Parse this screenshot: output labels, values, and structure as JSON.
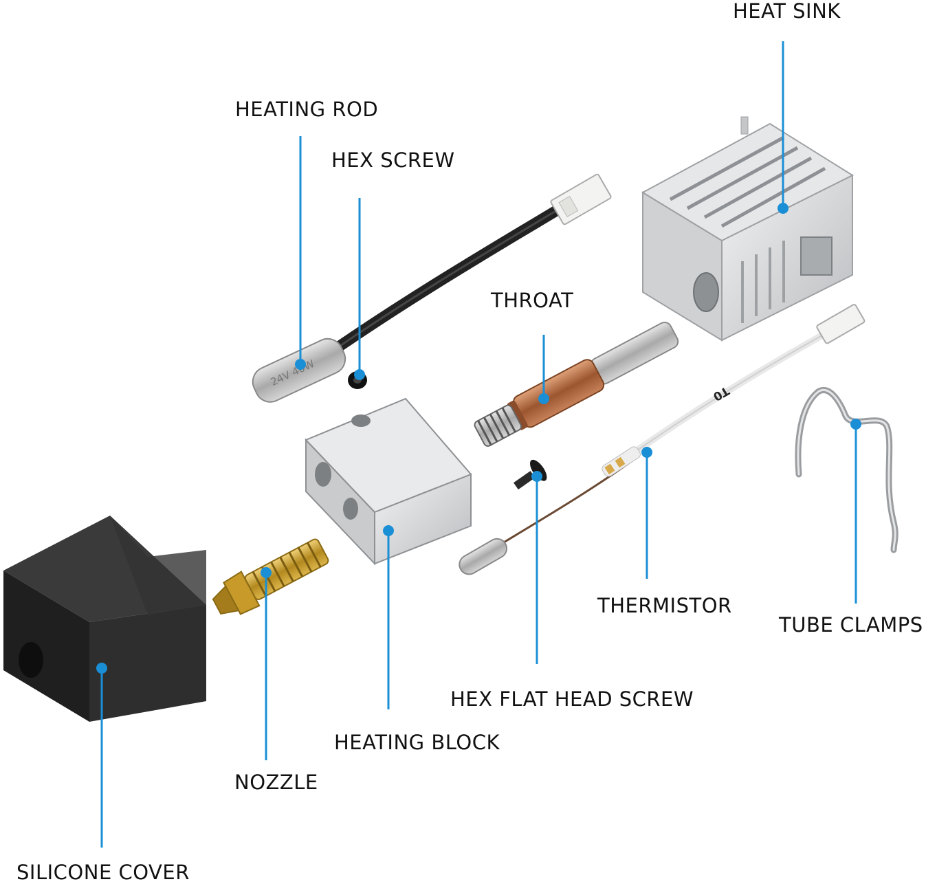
{
  "labels": {
    "heat_sink": "HEAT SINK",
    "heating_rod": "HEATING ROD",
    "hex_screw": "HEX SCREW",
    "throat": "THROAT",
    "thermistor": "THERMISTOR",
    "tube_clamps": "TUBE CLAMPS",
    "hex_flat_head_screw": "HEX FLAT HEAD SCREW",
    "heating_block": "HEATING BLOCK",
    "nozzle": "NOZZLE",
    "silicone_cover": "SILICONE COVER"
  },
  "imprints": {
    "heating_rod_marking": "24V 40W",
    "thermistor_marking": "T0"
  },
  "colors": {
    "leader": "#1a8fd6",
    "text": "#111111",
    "aluminum": "#d9dadb",
    "brass": "#c9a12a",
    "copper": "#b06a3a",
    "silicone": "#2b2b2b"
  }
}
